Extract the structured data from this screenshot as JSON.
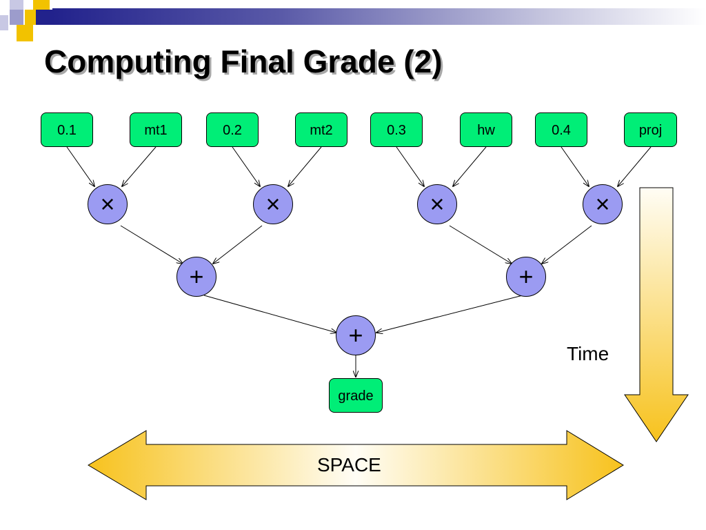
{
  "title": "Computing Final Grade (2)",
  "inputs": [
    {
      "label": "0.1"
    },
    {
      "label": "mt1"
    },
    {
      "label": "0.2"
    },
    {
      "label": "mt2"
    },
    {
      "label": "0.3"
    },
    {
      "label": "hw"
    },
    {
      "label": "0.4"
    },
    {
      "label": "proj"
    }
  ],
  "multiply_ops": [
    "×",
    "×",
    "×",
    "×"
  ],
  "add_ops": [
    "+",
    "+"
  ],
  "final_op": "+",
  "output": "grade",
  "time_label": "Time",
  "space_label": "SPACE",
  "colors": {
    "input_fill": "#00ee77",
    "op_fill": "#9b9bf2",
    "arrow_gradient_light": "#fffdf5",
    "arrow_gradient_dark": "#f7c21d",
    "title_bar": "#22228c"
  }
}
